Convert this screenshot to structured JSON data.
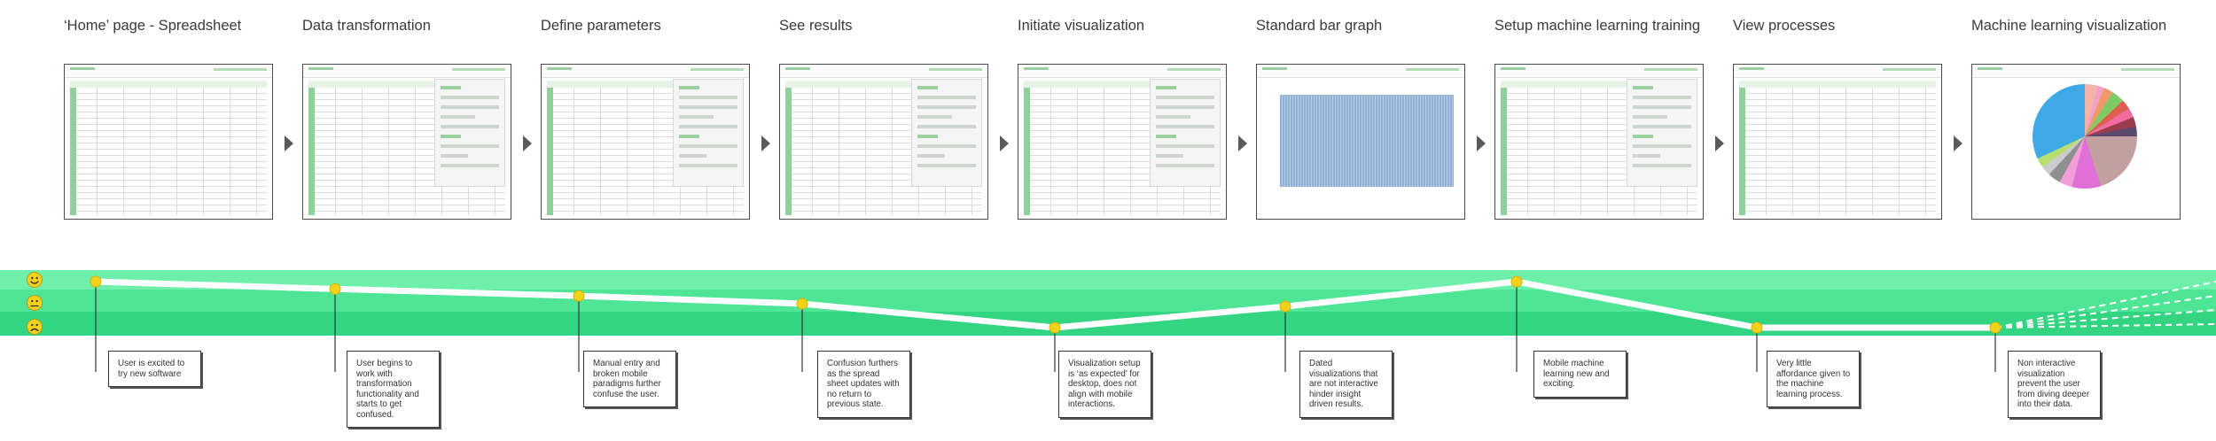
{
  "steps": [
    {
      "title": "‘Home’ page - Spreadsheet",
      "screen": "sheet",
      "note": "User is excited to try new software"
    },
    {
      "title": "Data transformation",
      "screen": "sheet-panel",
      "note": "User begins to work with transformation functionality and starts to get confused."
    },
    {
      "title": "Define parameters",
      "screen": "sheet-panel",
      "note": "Manual entry and broken mobile paradigms further confuse the user."
    },
    {
      "title": "See results",
      "screen": "sheet-panel",
      "note": "Confusion furthers as the spread sheet updates with no return to previous state."
    },
    {
      "title": "Initiate visualization",
      "screen": "sheet-panel",
      "note": "Visualization setup is ‘as expected’ for desktop, does not align with mobile interactions."
    },
    {
      "title": "Standard bar graph",
      "screen": "bar",
      "note": "Dated visualizations that are not interactive hinder insight driven results."
    },
    {
      "title": "Setup machine learning training",
      "screen": "sheet-panel",
      "note": "Mobile machine learning new and exciting."
    },
    {
      "title": "View processes",
      "screen": "sheet",
      "note": "Very little affordance given to the machine learning process."
    },
    {
      "title": "Machine learning visualization",
      "screen": "pie",
      "note": "Non interactive visualization prevent the user from diving deeper into their data."
    }
  ],
  "emotion_scale": {
    "levels": [
      "happy",
      "neutral",
      "sad"
    ],
    "values": [
      1.0,
      0.84,
      0.69,
      0.52,
      0.0,
      0.46,
      1.0,
      0.0,
      0.0
    ]
  },
  "colors": {
    "band_top": "#6ff0aa",
    "band_mid": "#4ee597",
    "band_bottom": "#33d482",
    "journey_line": "#ffffff",
    "marker": "#f2d31c",
    "face": "#f6d21e"
  }
}
